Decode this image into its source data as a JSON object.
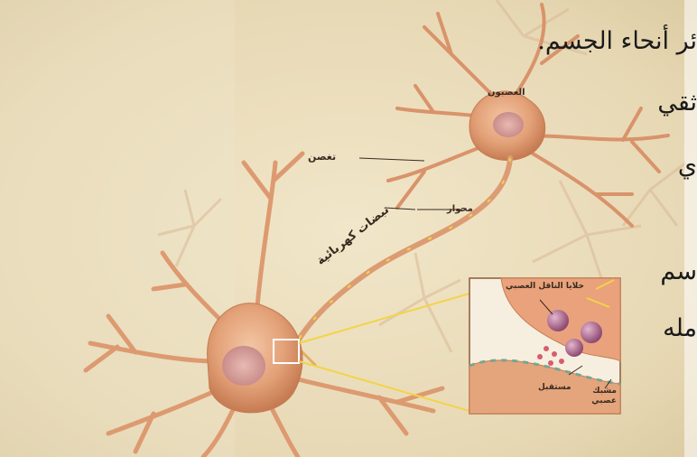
{
  "labels": {
    "cell_body": "العصبون",
    "dendrite": "تغصن",
    "axon": "محوار",
    "impulses": "نبضات كهربائية",
    "vesicles": "خلايا الناقل العصبي",
    "receptor": "مستقبل",
    "synapse": "مشبك عصبي"
  },
  "text_lines": [
    "ئر أنحاء الجسم.",
    "ثقي",
    "ي",
    "سم",
    "مله"
  ],
  "colors": {
    "background": "#ece0c2",
    "neuron": "#e4a57c",
    "neuron_dark": "#c97c55",
    "signal": "#f2d44a",
    "inset_border": "#8a5a3a"
  }
}
